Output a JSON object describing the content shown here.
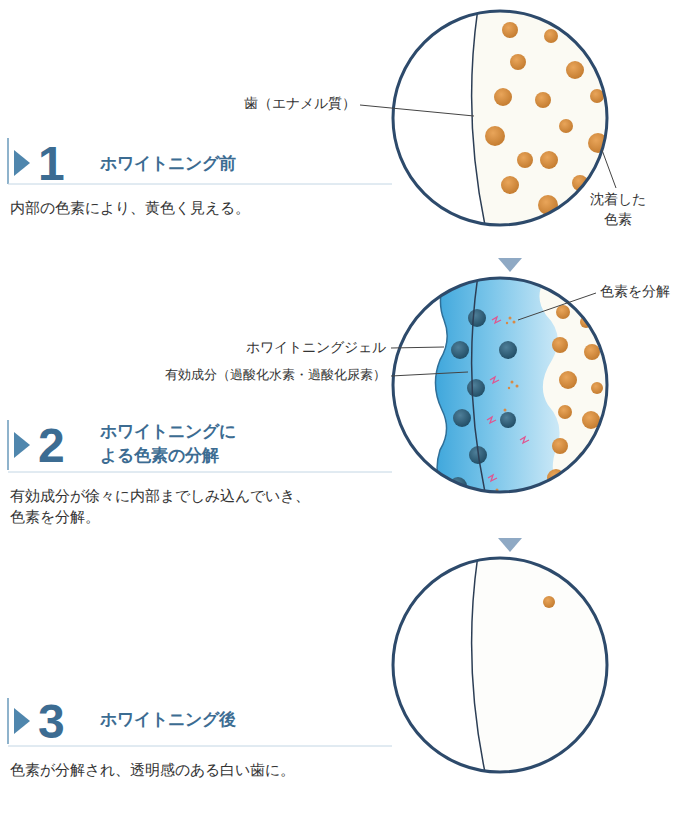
{
  "diagram": {
    "labels": [
      "歯（エナメル質）",
      "1",
      "ホワイトニング前",
      "内部の色素により、黄色く見える。",
      "沈着した 色素",
      "色素を分解",
      "ホワイトニングジェル",
      "有効成分（過酸化水素・過酸化尿素）",
      "2",
      "ホワイトニングに よる色素の分解",
      "有効成分が徐々に内部までしみ込んでいき、 色素を分解。",
      "3",
      "ホワイトニング後",
      "色素が分解され、透明感のある白い歯に。"
    ]
  }
}
